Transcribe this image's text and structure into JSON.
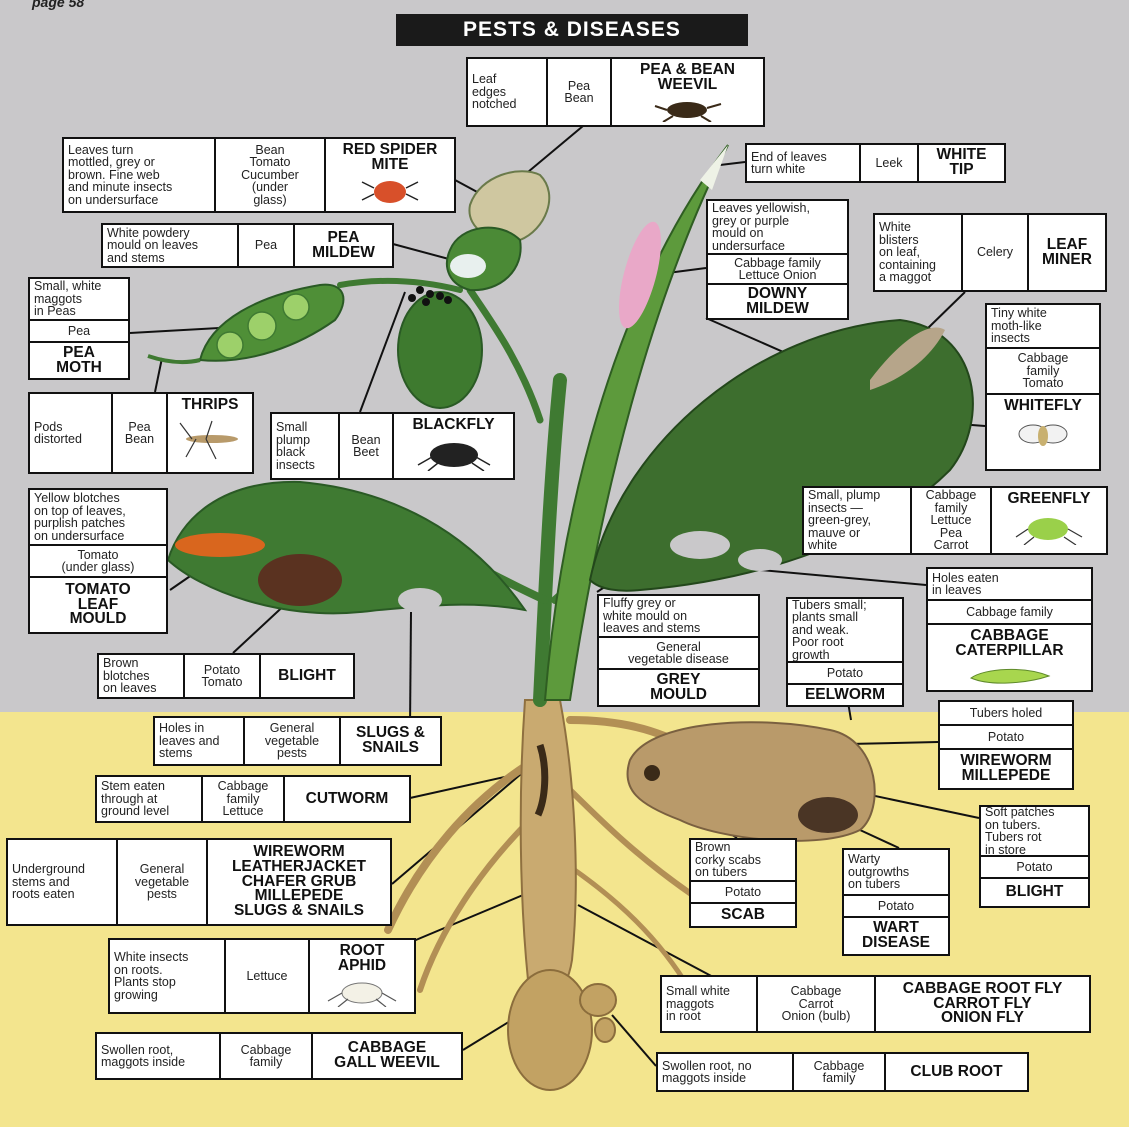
{
  "page": {
    "number": "page 58",
    "title": "PESTS & DISEASES"
  },
  "labels": {
    "pea_bean_weevil": {
      "symptom": "Leaf\nedges\nnotched",
      "plants": "Pea\nBean",
      "name": "PEA & BEAN\nWEEVIL"
    },
    "red_spider_mite": {
      "symptom": "Leaves turn\nmottled, grey or\nbrown. Fine web\nand minute insects\non undersurface",
      "plants": "Bean\nTomato\nCucumber\n(under\nglass)",
      "name": "RED SPIDER\nMITE"
    },
    "white_tip": {
      "symptom": "End of leaves\nturn white",
      "plants": "Leek",
      "name": "WHITE\nTIP"
    },
    "pea_mildew": {
      "symptom": "White powdery\nmould on leaves\nand stems",
      "plants": "Pea",
      "name": "PEA\nMILDEW"
    },
    "downy_mildew": {
      "symptom": "Leaves yellowish,\ngrey or purple\nmould on\nundersurface",
      "plants": "Cabbage family\nLettuce Onion",
      "name": "DOWNY\nMILDEW"
    },
    "leaf_miner": {
      "symptom": "White\nblisters\non leaf,\ncontaining\na maggot",
      "plants": "Celery",
      "name": "LEAF\nMINER"
    },
    "pea_moth": {
      "symptom": "Small, white\nmaggots\nin Peas",
      "plants": "Pea",
      "name": "PEA\nMOTH"
    },
    "whitefly": {
      "symptom": "Tiny white\nmoth-like\ninsects",
      "plants": "Cabbage\nfamily\nTomato",
      "name": "WHITEFLY"
    },
    "thrips": {
      "symptom": "Pods\ndistorted",
      "plants": "Pea\nBean",
      "name": "THRIPS"
    },
    "blackfly": {
      "symptom": "Small\nplump\nblack\ninsects",
      "plants": "Bean\nBeet",
      "name": "BLACKFLY"
    },
    "greenfly": {
      "symptom": "Small, plump\ninsects —\ngreen-grey,\nmauve or\nwhite",
      "plants": "Cabbage\nfamily\nLettuce\nPea\nCarrot",
      "name": "GREENFLY"
    },
    "tomato_leaf_mould": {
      "symptom": "Yellow blotches\non top of leaves,\npurplish patches\non undersurface",
      "plants": "Tomato\n(under glass)",
      "name": "TOMATO\nLEAF\nMOULD"
    },
    "cabbage_caterpillar": {
      "symptom": "Holes eaten\nin leaves",
      "plants": "Cabbage family",
      "name": "CABBAGE\nCATERPILLAR"
    },
    "grey_mould": {
      "symptom": "Fluffy grey or\nwhite mould on\nleaves and stems",
      "plants": "General\nvegetable disease",
      "name": "GREY\nMOULD"
    },
    "eelworm": {
      "symptom": "Tubers small;\nplants small\nand weak.\nPoor root\ngrowth",
      "plants": "Potato",
      "name": "EELWORM"
    },
    "blight_leaf": {
      "symptom": "Brown\nblotches\non leaves",
      "plants": "Potato\nTomato",
      "name": "BLIGHT"
    },
    "slugs_snails": {
      "symptom": "Holes in\nleaves and\nstems",
      "plants": "General\nvegetable\npests",
      "name": "SLUGS &\nSNAILS"
    },
    "wireworm_millepede": {
      "symptom": "Tubers holed",
      "plants": "Potato",
      "name": "WIREWORM\nMILLEPEDE"
    },
    "cutworm": {
      "symptom": "Stem eaten\nthrough at\nground level",
      "plants": "Cabbage\nfamily\nLettuce",
      "name": "CUTWORM"
    },
    "blight_tuber": {
      "symptom": "Soft patches\non tubers.\nTubers rot\nin store",
      "plants": "Potato",
      "name": "BLIGHT"
    },
    "scab": {
      "symptom": "Brown\ncorky scabs\non tubers",
      "plants": "Potato",
      "name": "SCAB"
    },
    "wireworm_group": {
      "symptom": "Underground\nstems and\nroots eaten",
      "plants": "General\nvegetable\npests",
      "name": "WIREWORM\nLEATHERJACKET\nCHAFER GRUB\nMILLEPEDE\nSLUGS & SNAILS"
    },
    "wart_disease": {
      "symptom": "Warty\noutgrowths\non tubers",
      "plants": "Potato",
      "name": "WART\nDISEASE"
    },
    "root_aphid": {
      "symptom": "White insects\non roots.\nPlants stop\ngrowing",
      "plants": "Lettuce",
      "name": "ROOT\nAPHID"
    },
    "cabbage_root_fly": {
      "symptom": "Small white\nmaggots\nin root",
      "plants": "Cabbage\nCarrot\nOnion (bulb)",
      "name": "CABBAGE ROOT FLY\nCARROT FLY\nONION FLY"
    },
    "cabbage_gall_weevil": {
      "symptom": "Swollen root,\nmaggots inside",
      "plants": "Cabbage\nfamily",
      "name": "CABBAGE\nGALL WEEVIL"
    },
    "club_root": {
      "symptom": "Swollen root, no\nmaggots inside",
      "plants": "Cabbage\nfamily",
      "name": "CLUB ROOT"
    }
  },
  "colors": {
    "sky": "#c9c8ca",
    "soil": "#f3e58e",
    "leaf": "#3f7a32",
    "leaf_dark": "#2a5a25",
    "root": "#c9aa70",
    "title_bg": "#1a1a1a"
  },
  "icons": [
    "weevil-icon",
    "spider-mite-icon",
    "thrips-icon",
    "blackfly-icon",
    "whitefly-icon",
    "greenfly-icon",
    "caterpillar-icon",
    "root-aphid-icon"
  ]
}
